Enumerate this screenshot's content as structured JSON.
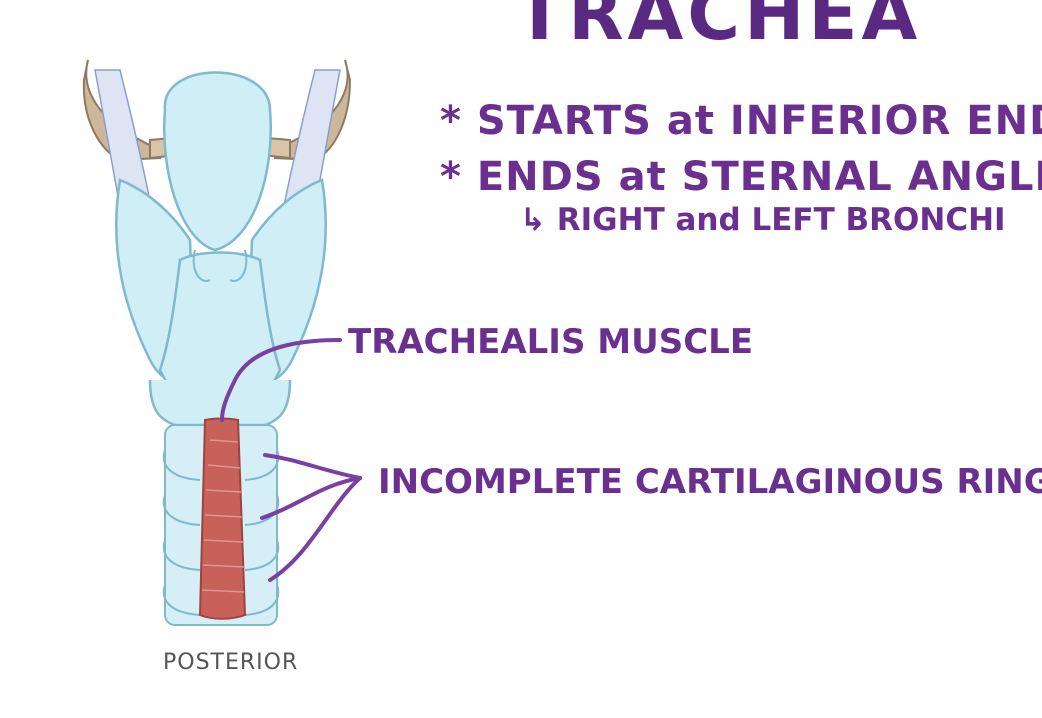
{
  "title": "TRACHEA",
  "bullets": [
    {
      "marker": "*",
      "text": "STARTS at INFERIOR END of L"
    },
    {
      "marker": "*",
      "text": "ENDS at STERNAL ANGLE (T"
    }
  ],
  "sub_bullet": {
    "marker": "↳",
    "text": "RIGHT and LEFT BRONCHI"
  },
  "labels": {
    "trachealis": "TRACHEALIS MUSCLE",
    "rings": "INCOMPLETE CARTILAGINOUS RINGS"
  },
  "caption": "POSTERIOR",
  "colors": {
    "text_purple": "#6b2f8f",
    "cartilage_blue": "#cfeef5",
    "outline_blue": "#7fb9cc",
    "muscle_red": "#c8615a",
    "bone_tan": "#cdb79a"
  }
}
